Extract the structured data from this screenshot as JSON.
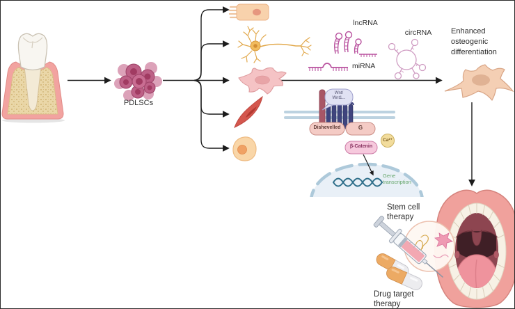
{
  "labels": {
    "pdlscs": "PDLSCs",
    "lncrna": "lncRNA",
    "circrna": "circRNA",
    "mirna": "miRNA",
    "enhanced_osteogenic": "Enhanced osteogenic differentiation",
    "wnt_line1": "Wnt/",
    "wnt_line2": "Wnt1...",
    "dishevelled": "Dishevelled",
    "g_protein": "G",
    "calcium": "Ca²⁺",
    "beta_catenin": "β-Catenin",
    "gene_transcription": "Gene transcription",
    "stem_cell_therapy": "Stem cell therapy",
    "drug_target_therapy": "Drug target therapy"
  },
  "icons": [
    "tooth-in-gum-icon",
    "pdlsc-cluster-icon",
    "odontoblast-icon",
    "neuron-icon",
    "fibroblast-icon",
    "myocyte-icon",
    "adipocyte-icon",
    "lncrna-icon",
    "circrna-icon",
    "mirna-icon",
    "cell-membrane-icon",
    "wnt-receptor-icon",
    "gpcr-7tm-icon",
    "nucleus-icon",
    "dna-helix-icon",
    "osteoblast-icon",
    "open-mouth-icon",
    "magnifier-bubble-icon",
    "syringe-icon",
    "capsule-pills-icon"
  ],
  "colors": {
    "background": "#ffffff",
    "arrow": "#1c1c1c",
    "rna_magenta": "#b8519e",
    "circrna_pink": "#cf9cc2",
    "pdlsc_rose": "#bd6086",
    "membrane_blue": "#bcd2e0",
    "receptor_maroon": "#a85666",
    "transmembrane_navy": "#3f447e",
    "protein_pill_pink": "#f4cbc5",
    "beta_catenin_pink": "#f6c9dd",
    "calcium_yellow": "#f2dc9c",
    "nucleus_fill": "#e9f0f7",
    "dna_teal": "#2f6f8a",
    "gene_text_green": "#67a76d",
    "gum_pink": "#f2a3a0",
    "bone_tan": "#ead7a8",
    "mouth_lip_pink": "#f0a19c",
    "tongue_pink": "#ef939d",
    "pill_orange": "#ecaa64"
  }
}
